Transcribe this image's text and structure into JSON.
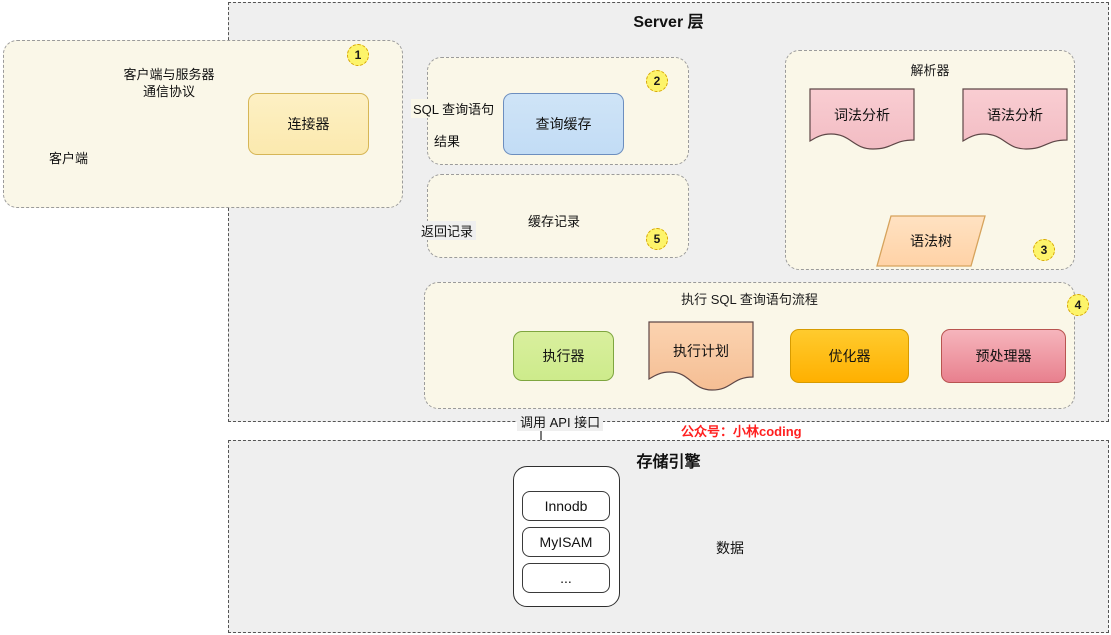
{
  "panels": {
    "server": {
      "title": "Server 层"
    },
    "storage": {
      "title": "存储引擎"
    }
  },
  "groups": {
    "connector": {
      "badge": "1"
    },
    "cache": {
      "badge": "2"
    },
    "parser": {
      "badge": "3",
      "label": "解析器"
    },
    "execute": {
      "badge": "4",
      "label": "执行 SQL 查询语句流程"
    },
    "cachewrite": {
      "badge": "5"
    }
  },
  "client": {
    "label": "客户端",
    "icon": "monitor-icon",
    "protocol_label": "客户端与服务器\n通信协议"
  },
  "nodes": {
    "connector": "连接器",
    "query_cache": "查询缓存",
    "lexical": "词法分析",
    "syntax": "语法分析",
    "syntax_tree": "语法树",
    "preprocessor": "预处理器",
    "optimizer": "优化器",
    "exec_plan": "执行计划",
    "executor": "执行器"
  },
  "edges": {
    "sql_query": "SQL 查询语句",
    "result": "结果",
    "return_record": "返回记录",
    "cache_record": "缓存记录",
    "call_api": "调用 API 接口"
  },
  "storage": {
    "engines": [
      "Innodb",
      "MyISAM",
      "..."
    ],
    "data_label": "数据"
  },
  "watermark": "公众号：小林coding",
  "colors": {
    "panel_bg": "#efefef",
    "group_bg": "#faf7e8",
    "badge": "#fdf46a",
    "connector": "#fbe9ae",
    "cache": "#c2dcf5",
    "parser_node": "#f5c2c7",
    "syntax_tree": "#ffd9ae",
    "preprocessor": "#e8808e",
    "optimizer": "#ffb000",
    "exec_plan": "#f7c49a",
    "executor": "#cdeb8b",
    "arrow": "#333333",
    "proto_arrow": "#c9e2bb",
    "watermark": "#ff1f1f"
  }
}
